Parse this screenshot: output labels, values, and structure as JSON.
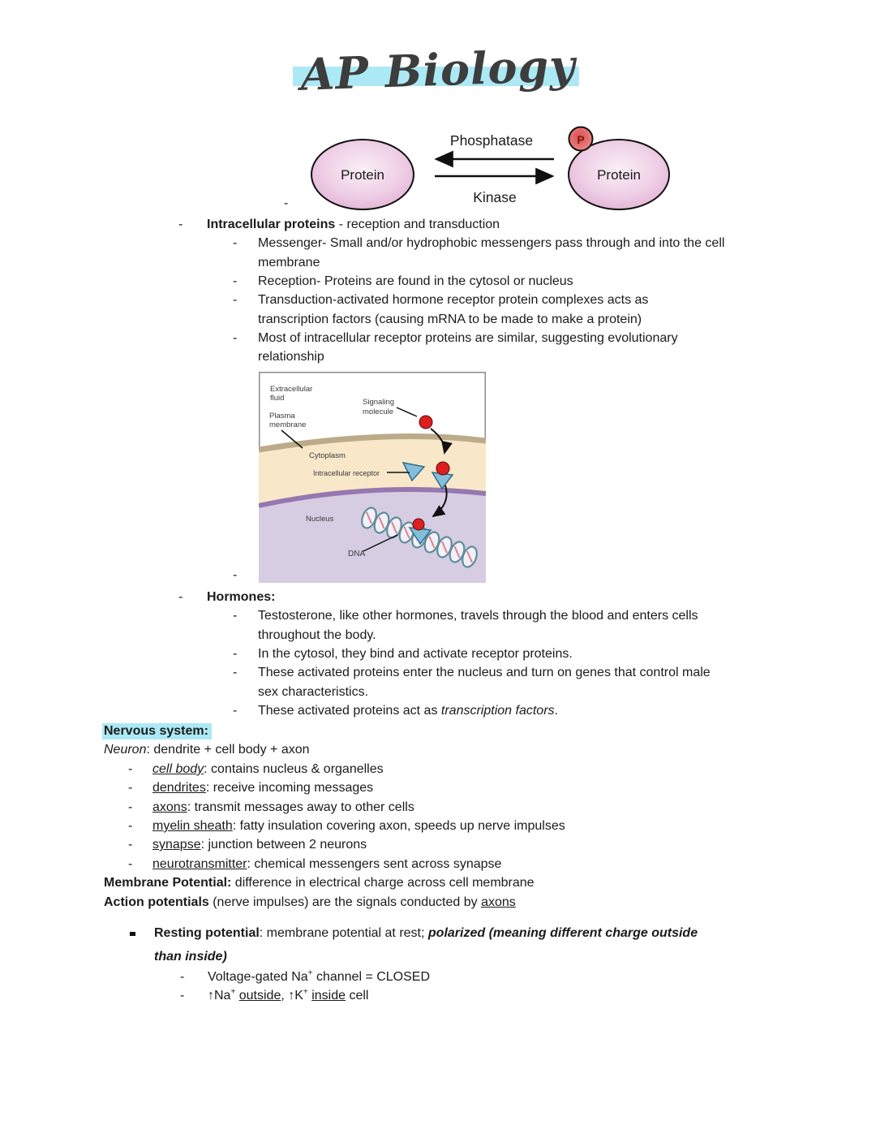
{
  "title": {
    "text": "AP Biology"
  },
  "glyphs": {
    "dash": "-",
    "plus": "+"
  },
  "colors": {
    "highlight_cyan": "#ace9f5",
    "ink": "#1b1b1b",
    "protein_pink_edge": "#dfabd2",
    "protein_pink_center": "#f9eff6",
    "phosphate_red_center": "#d94f4f",
    "phosphate_red_edge": "#f2a5a2",
    "phosphate_letter": "#7c1a15",
    "membrane_tan": "#bcab89",
    "cytoplasm_peach": "#f9e7c9",
    "nucleus_purple_border": "#9678b0",
    "nucleus_lavender": "#d6cde3",
    "signal_red": "#dd1f1f",
    "receptor_blue": "#85bed9",
    "dna_teal": "#5f8d9b",
    "dna_rung_pink": "#d98290",
    "figure_border_gray": "#8c8c8c"
  },
  "phospho_diagram": {
    "protein_left": "Protein",
    "protein_right": "Protein",
    "top_label": "Phosphatase",
    "bottom_label": "Kinase",
    "phosphate": "P"
  },
  "cell_figure": {
    "extracellular_1": "Extracellular",
    "extracellular_2": "fluid",
    "plasma_1": "Plasma",
    "plasma_2": "membrane",
    "signaling_1": "Signaling",
    "signaling_2": "molecule",
    "cytoplasm": "Cytoplasm",
    "intracellular_receptor": "Intracellular receptor",
    "nucleus": "Nucleus",
    "dna": "DNA"
  },
  "intracellular": {
    "lead": "Intracellular proteins",
    "lead_rest": " - reception and transduction",
    "messenger_1": "Messenger- Small and/or hydrophobic messengers pass through and into the cell",
    "messenger_2": "membrane",
    "reception": "Reception- Proteins are found in the cytosol or nucleus",
    "transduction_1": "Transduction-activated hormone receptor protein complexes acts as",
    "transduction_2": "transcription factors (causing mRNA to be made to make a protein)",
    "evolution_1": "Most of intracellular receptor proteins are similar, suggesting evolutionary",
    "evolution_2": "relationship"
  },
  "hormones": {
    "lead": "Hormones:",
    "testosterone_1": "Testosterone, like other hormones, travels through the blood and enters cells",
    "testosterone_2": "throughout the body.",
    "cytosol": "In the cytosol, they bind and activate receptor proteins.",
    "nucleus_1": "These activated proteins enter the nucleus and turn on genes that control male",
    "nucleus_2": "sex characteristics.",
    "tf_pre": "These activated proteins act as ",
    "tf_em": "transcription factors",
    "tf_post": "."
  },
  "nervous": {
    "heading": "Nervous system:",
    "neuron_term": "Neuron",
    "neuron_rest": ": dendrite + cell body + axon",
    "terms": [
      {
        "term": "cell body",
        "rest": ": contains nucleus & organelles"
      },
      {
        "term": "dendrites",
        "rest": ": receive incoming messages"
      },
      {
        "term": "axons",
        "rest": ": transmit messages away to other cells"
      },
      {
        "term": "myelin sheath",
        "rest": ": fatty insulation covering axon, speeds up nerve impulses"
      },
      {
        "term": "synapse",
        "rest": ": junction between 2 neurons"
      },
      {
        "term": "neurotransmitter",
        "rest": ": chemical messengers sent across synapse"
      }
    ],
    "membrane_lead": "Membrane Potential:",
    "membrane_rest": " difference in electrical charge across cell membrane",
    "action_lead": "Action potentials",
    "action_mid": " (nerve impulses) are the signals conducted by ",
    "action_axons": "axons"
  },
  "resting": {
    "lead": "Resting potential",
    "mid": ": membrane potential at rest; ",
    "em_1": "polarized (meaning different charge outside",
    "em_2": "than inside)",
    "volt_pre": "Voltage-gated Na",
    "volt_post": " channel = CLOSED",
    "ion_na": "↑Na",
    "ion_outside": "outside",
    "ion_k": ", ↑K",
    "ion_inside": "inside",
    "ion_cell": " cell"
  }
}
